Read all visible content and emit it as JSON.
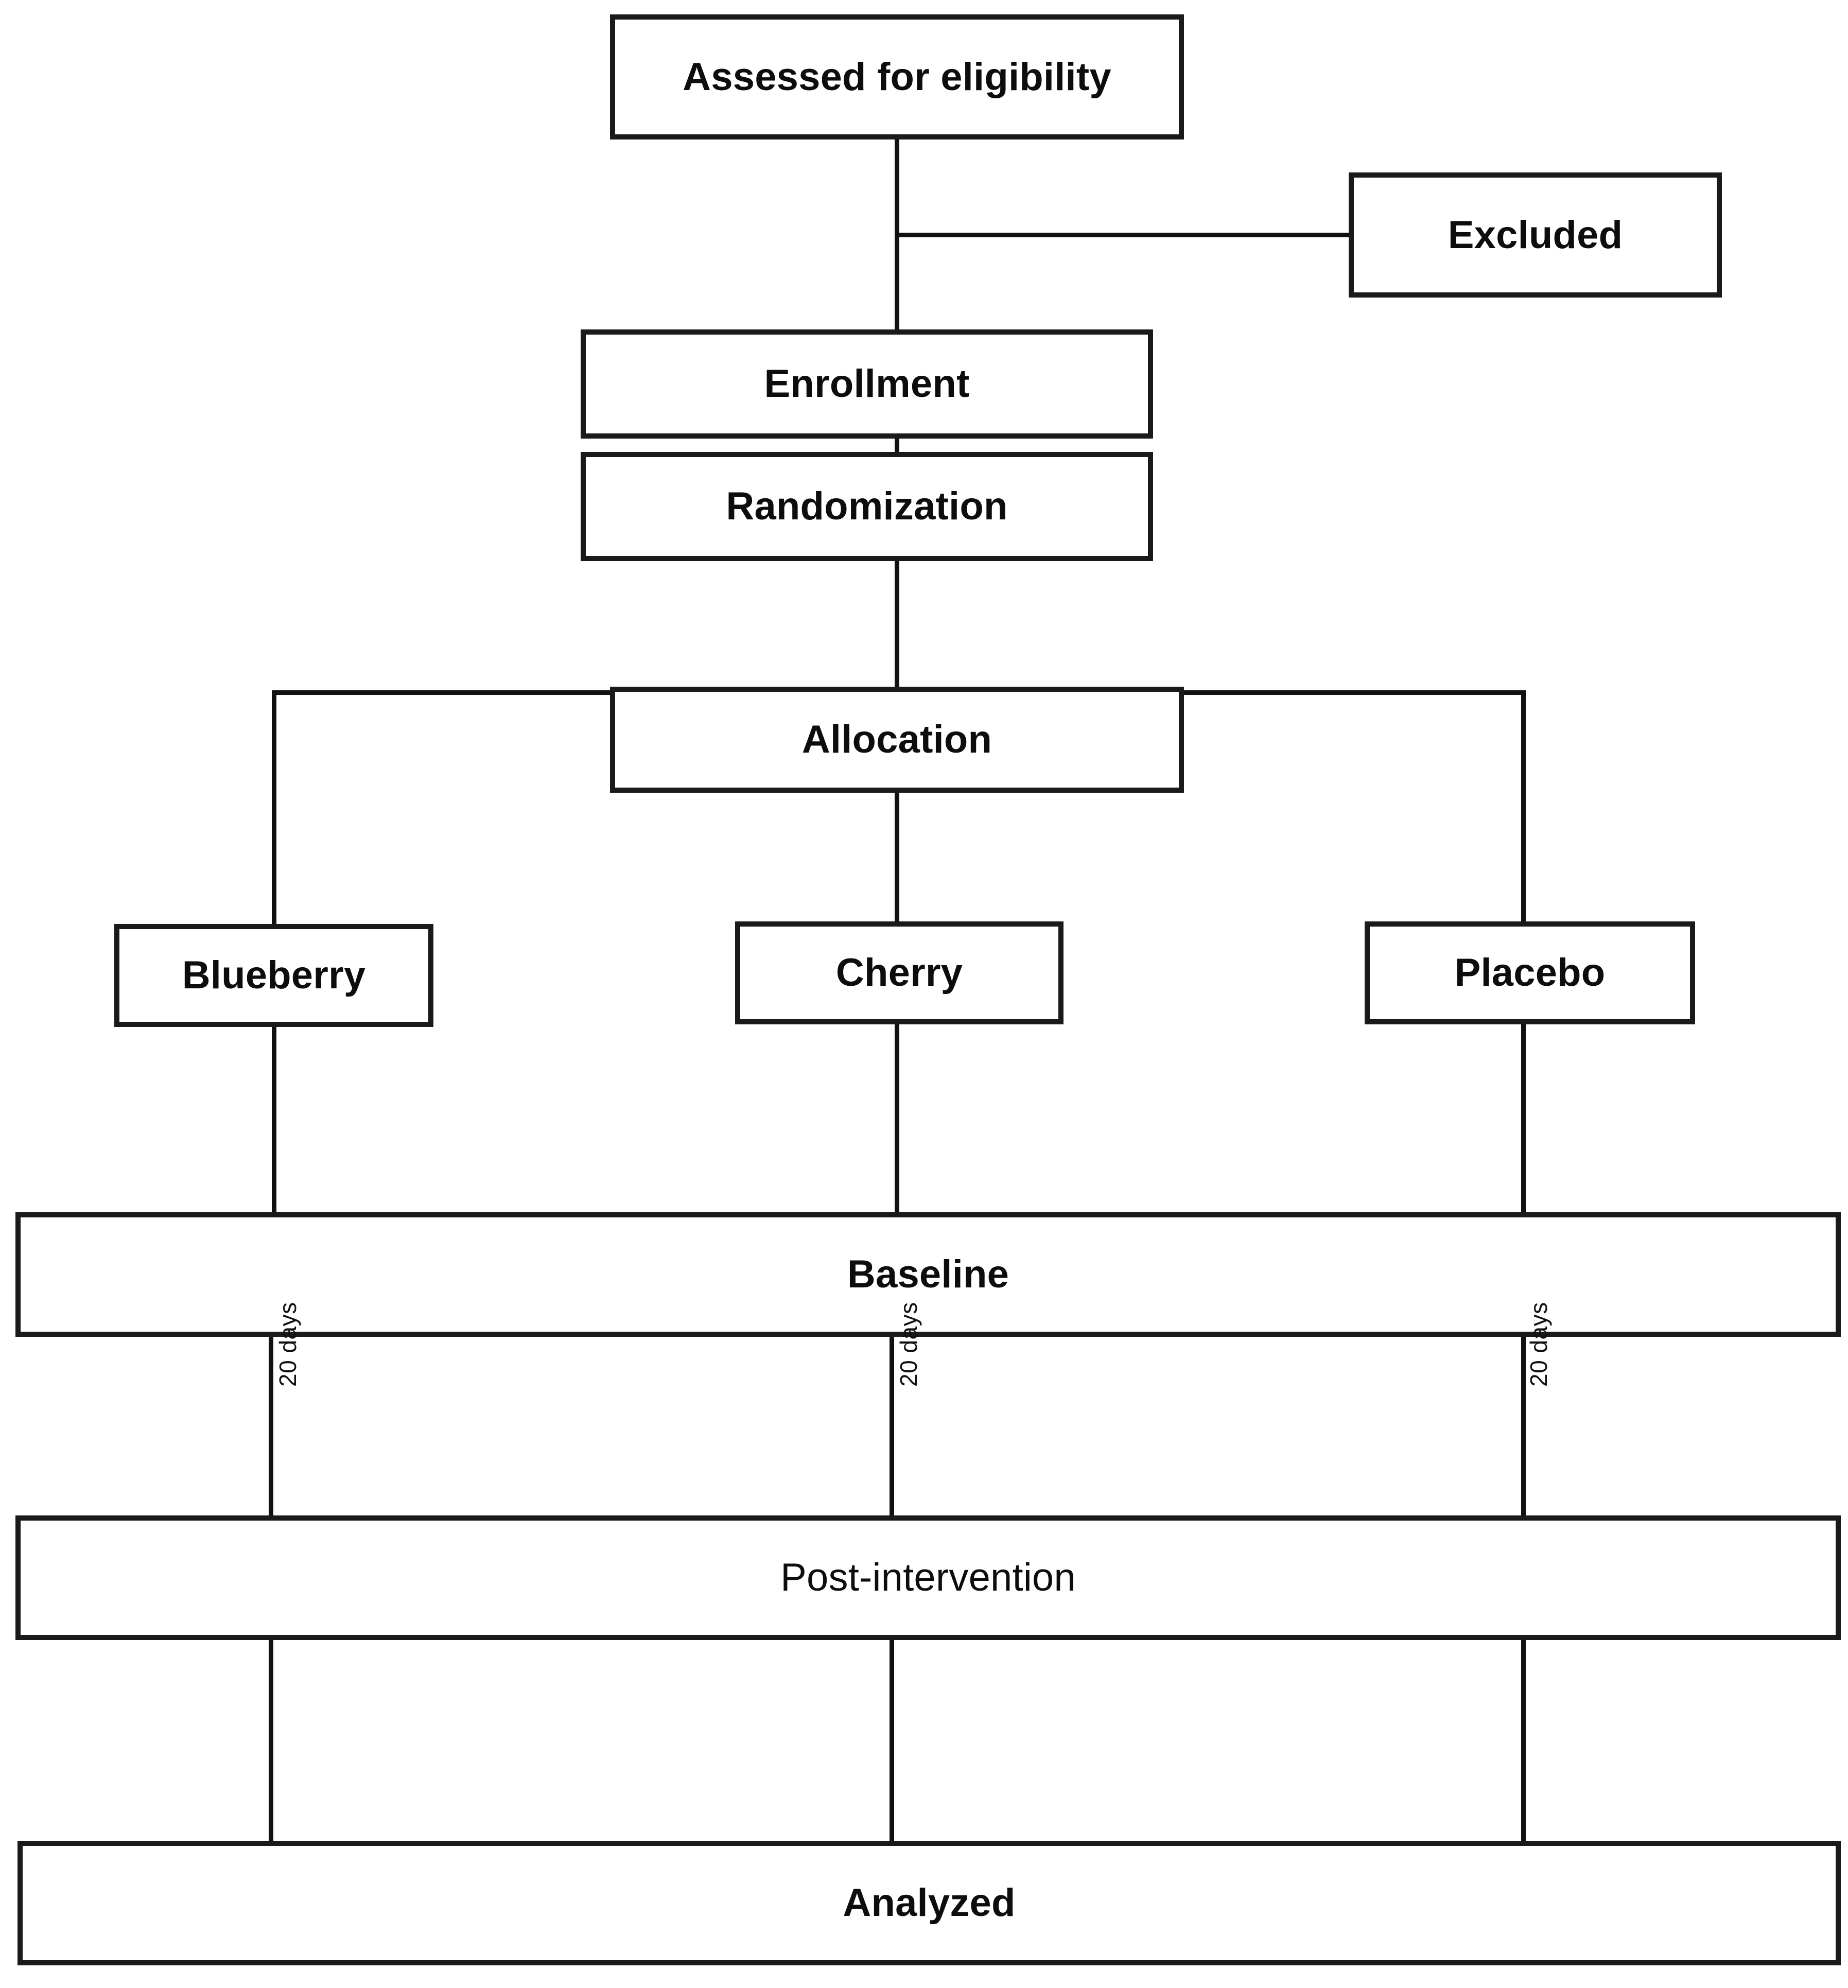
{
  "diagram": {
    "title": "CONSORT participant flow diagram",
    "nodes": {
      "assessed": "Assessed for eligibility",
      "excluded": "Excluded",
      "enrollment": "Enrollment",
      "randomization": "Randomization",
      "allocation": "Allocation",
      "arm_blueberry": "Blueberry",
      "arm_cherry": "Cherry",
      "arm_placebo": "Placebo",
      "baseline": "Baseline",
      "post_intervention": "Post-intervention",
      "analyzed": "Analyzed"
    },
    "durations": {
      "blueberry_duration": "20 days",
      "cherry_duration": "20 days",
      "placebo_duration": "20 days"
    },
    "colors": {
      "line": "#111111",
      "border": "#1a1a1a",
      "text": "#0d0d0d",
      "background": "#ffffff"
    }
  }
}
